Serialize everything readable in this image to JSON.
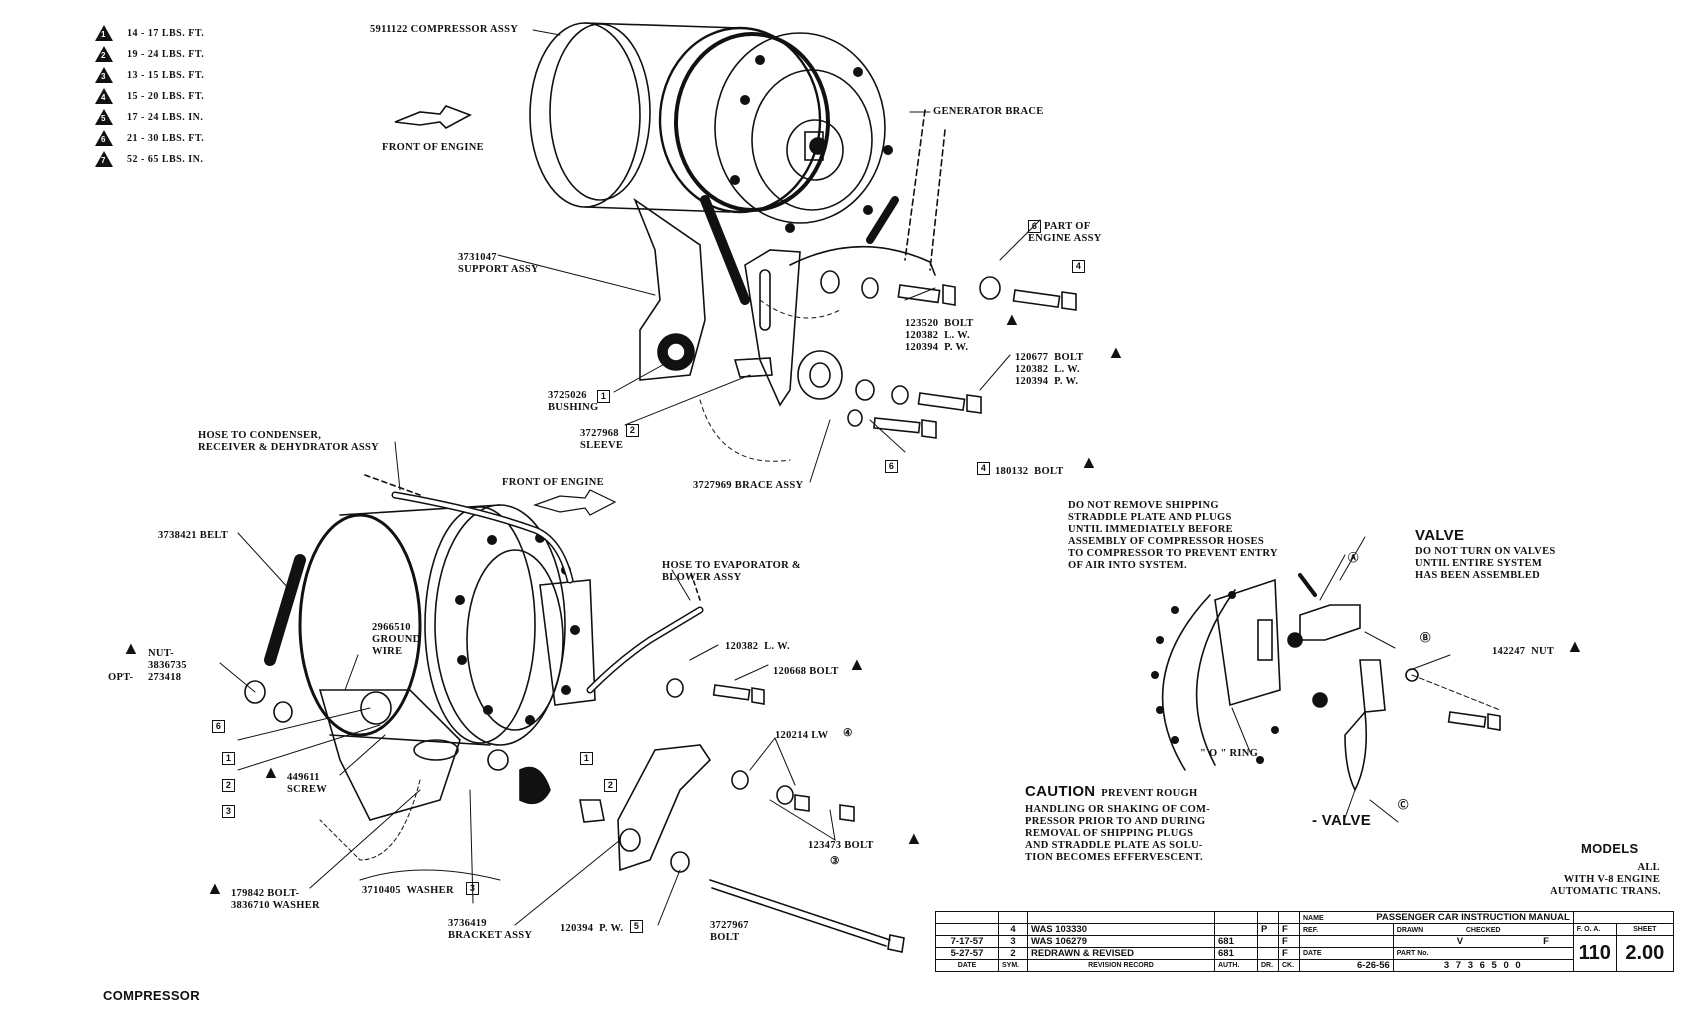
{
  "legend": [
    {
      "num": "1",
      "text": "14 - 17 LBS. FT."
    },
    {
      "num": "2",
      "text": "19 - 24 LBS. FT."
    },
    {
      "num": "3",
      "text": "13 - 15 LBS. FT."
    },
    {
      "num": "4",
      "text": "15 - 20 LBS. FT."
    },
    {
      "num": "5",
      "text": "17 - 24 LBS. IN."
    },
    {
      "num": "6",
      "text": "21 - 30 LBS. FT."
    },
    {
      "num": "7",
      "text": "52 - 65 LBS. IN."
    }
  ],
  "labels": {
    "compressor_assy": "5911122 COMPRESSOR ASSY",
    "generator_brace": "GENERATOR BRACE",
    "front_engine_1": "FRONT OF ENGINE",
    "front_engine_2": "FRONT OF ENGINE",
    "support_assy": "3731047\nSUPPORT ASSY",
    "part_of": "PART OF\nENGINE ASSY",
    "bolt_123520": "123520  BOLT\n120382  L. W.\n120394  P. W.",
    "bolt_120677": "120677  BOLT\n120382  L. W.\n120394  P. W.",
    "bushing": "3725026\nBUSHING",
    "sleeve": "3727968\nSLEEVE",
    "brace_assy": "3727969 BRACE ASSY",
    "bolt_180132": "180132  BOLT",
    "hose_condenser": "HOSE TO CONDENSER,\nRECEIVER & DEHYDRATOR ASSY",
    "belt": "3738421 BELT",
    "ground_wire": "2966510\nGROUND\nWIRE",
    "hose_evap": "HOSE TO EVAPORATOR &\nBLOWER ASSY",
    "lw_120382": "120382  L. W.",
    "bolt_120668": "120668 BOLT",
    "nut": "NUT-",
    "opt": "OPT-",
    "nut_parts": "3836735\n273418",
    "screw": "449611\nSCREW",
    "lw_120214": "120214 LW",
    "bolt_123473": "123473 BOLT",
    "bolt_179842": "179842 BOLT-\n3836710 WASHER",
    "washer_3710405": "3710405  WASHER",
    "bracket_assy": "3736419\nBRACKET ASSY",
    "pw_120394": "120394  P. W.",
    "bolt_3727967": "3727967\nBOLT",
    "do_not_remove": "DO NOT REMOVE SHIPPING\nSTRADDLE PLATE AND PLUGS\nUNTIL IMMEDIATELY BEFORE\nASSEMBLY OF COMPRESSOR HOSES\nTO COMPRESSOR TO PREVENT ENTRY\nOF AIR INTO SYSTEM.",
    "valve_top": "VALVE",
    "valve_note": "DO NOT TURN ON VALVES\nUNTIL ENTIRE SYSTEM\nHAS BEEN ASSEMBLED",
    "nut_142247": "142247  NUT",
    "o_ring": "\" O \" RING",
    "valve_bottom": "- VALVE",
    "caution_word": "CAUTION",
    "caution_line1": "PREVENT ROUGH",
    "caution_rest": "HANDLING OR SHAKING OF COM-\nPRESSOR PRIOR TO AND DURING\nREMOVAL OF SHIPPING PLUGS\nAND STRADDLE PLATE AS SOLU-\nTION BECOMES EFFERVESCENT.",
    "models_title": "MODELS",
    "models_body": "ALL\nWITH V-8 ENGINE\nAUTOMATIC TRANS.",
    "compressor_caption": "COMPRESSOR"
  },
  "title_block": {
    "name_label": "NAME",
    "name": "PASSENGER  CAR  INSTRUCTION  MANUAL",
    "ref_label": "REF.",
    "drawn_label": "DRAWN",
    "drawn_val": "V",
    "checked_label": "CHECKED",
    "checked_val": "F",
    "foa_label": "F. O. A.",
    "foa": "110",
    "sheet_label": "SHEET",
    "sheet": "2.00",
    "date_label": "DATE",
    "date": "6-26-56",
    "part_label": "PART No.",
    "part": "3 7 3 6 5 0 0",
    "rows": [
      {
        "date": "",
        "sym": "4",
        "text": "WAS  103330",
        "auth": "",
        "dr": "P",
        "ck": "F"
      },
      {
        "date": "7-17-57",
        "sym": "3",
        "text": "WAS  106279",
        "auth": "681",
        "dr": "",
        "ck": "F"
      },
      {
        "date": "5-27-57",
        "sym": "2",
        "text": "REDRAWN  &  REVISED",
        "auth": "681",
        "dr": "",
        "ck": "F"
      }
    ],
    "hdr_date": "DATE",
    "hdr_sym": "SYM.",
    "hdr_rev": "REVISION  RECORD",
    "hdr_auth": "AUTH.",
    "hdr_dr": "DR.",
    "hdr_ck": "CK."
  }
}
